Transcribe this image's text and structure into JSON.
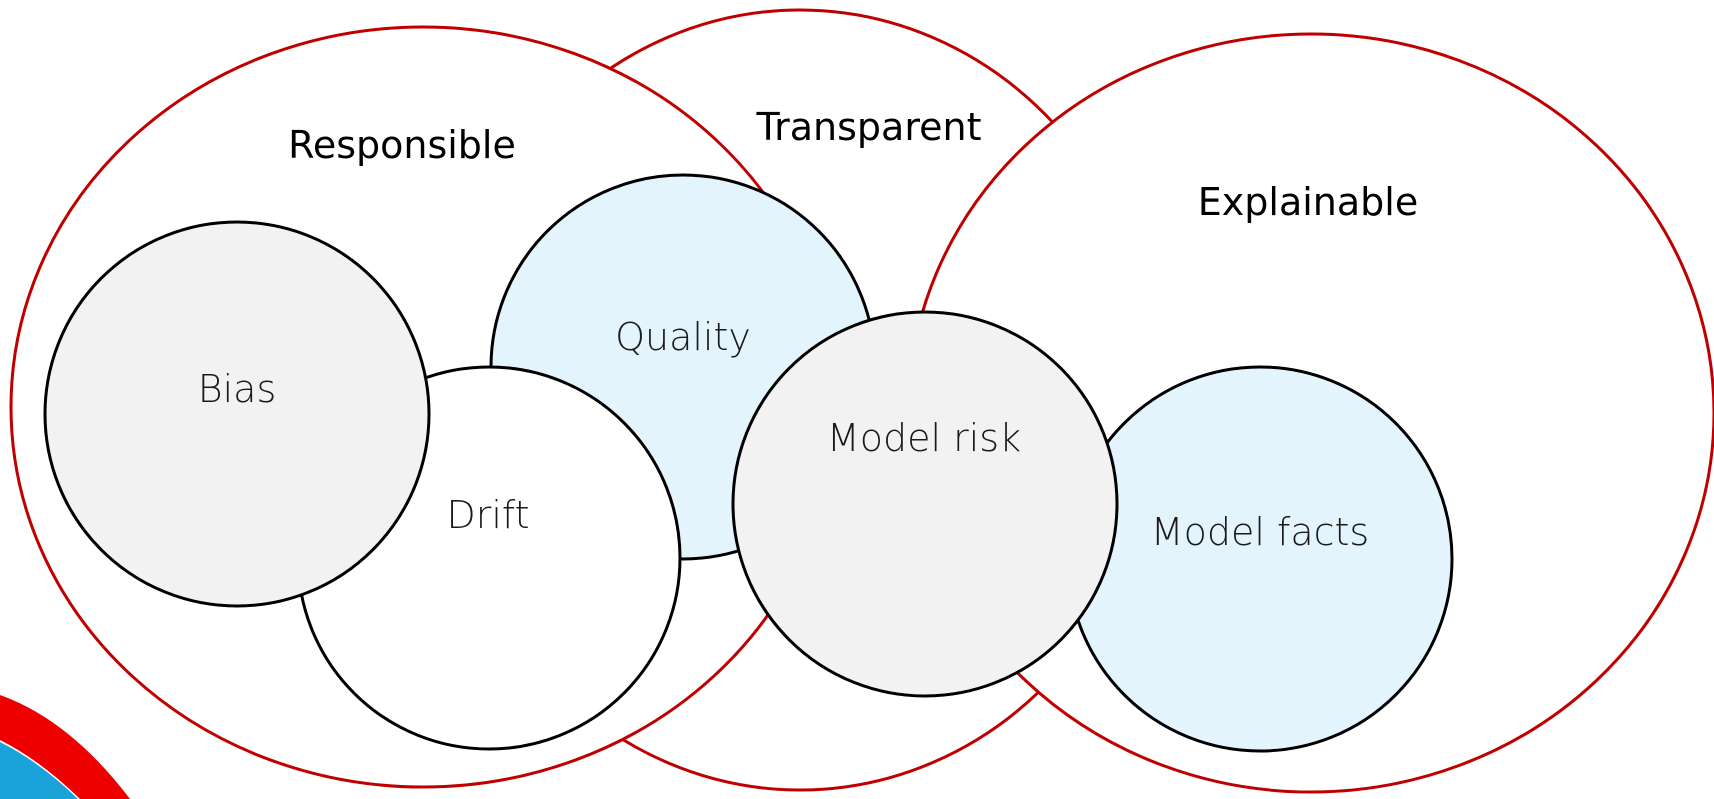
{
  "diagram": {
    "groups": {
      "responsible": "Responsible",
      "transparent": "Transparent",
      "explainable": "Explainable"
    },
    "items": {
      "bias": "Bias",
      "drift": "Drift",
      "quality": "Quality",
      "model_risk": "Model risk",
      "model_facts": "Model facts"
    },
    "colors": {
      "outline_red": "#c00000",
      "gray_fill": "#f2f2f2",
      "light_blue_fill": "#e3f4fc",
      "white_fill": "#ffffff",
      "logo_red": "#ee0000",
      "logo_blue": "#1aa3d9"
    }
  }
}
